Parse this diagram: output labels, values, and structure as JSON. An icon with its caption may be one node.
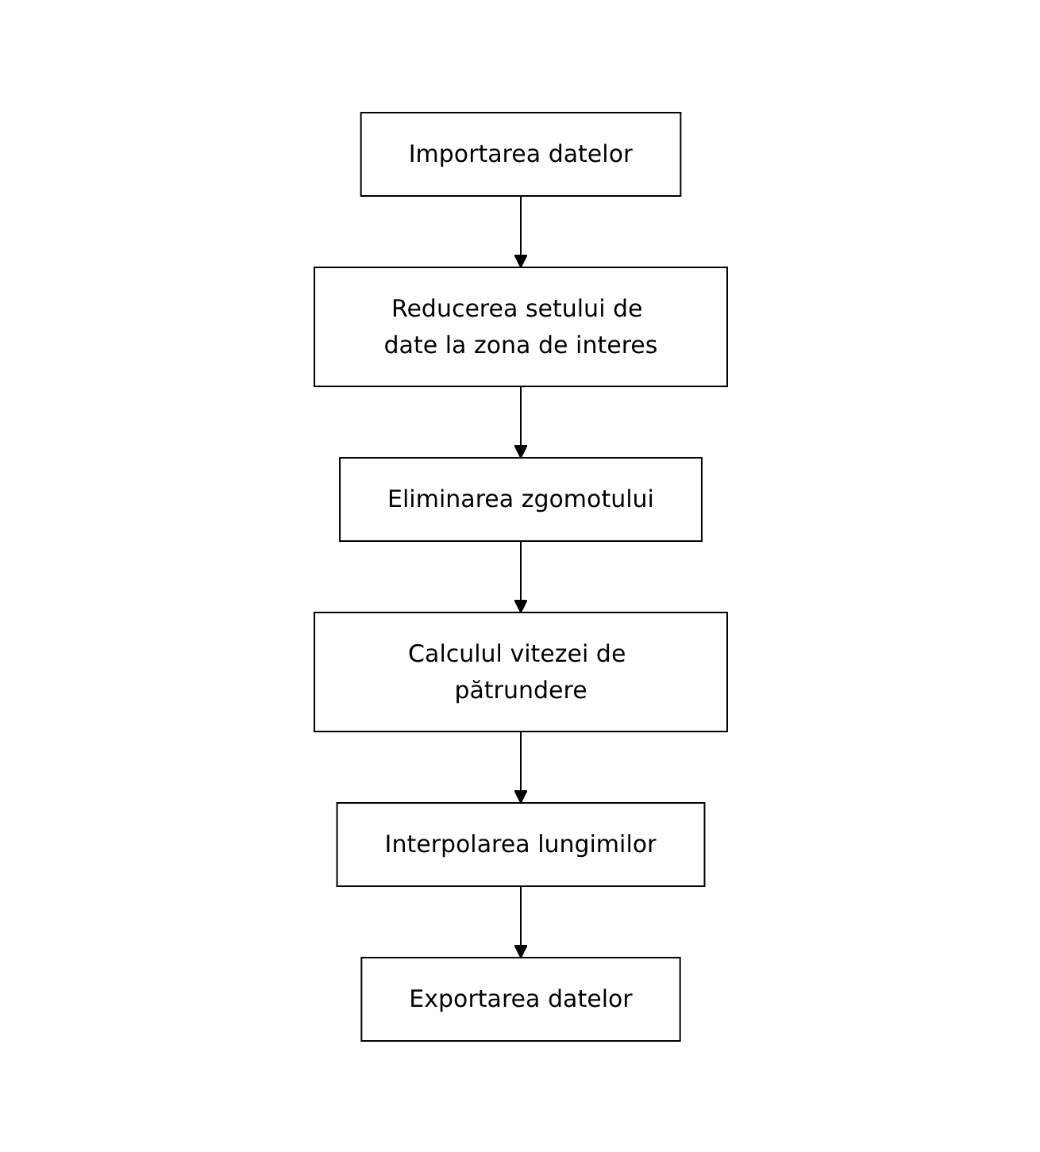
{
  "diagram": {
    "nodes": [
      {
        "text": [
          "Importarea datelor"
        ]
      },
      {
        "text": [
          "Reducerea setului de date la zona de interes"
        ]
      },
      {
        "text": [
          "Eliminarea zgomotului"
        ]
      },
      {
        "text": [
          "Calculul vitezei de pătrundere"
        ]
      },
      {
        "text": [
          "Interpolarea lungimilor"
        ]
      },
      {
        "text": [
          "Exportarea datelor"
        ]
      }
    ],
    "edges": [
      {
        "from": 0,
        "to": 1,
        "arrow": "to"
      },
      {
        "from": 1,
        "to": 2,
        "arrow": "to"
      },
      {
        "from": 2,
        "to": 3,
        "arrow": "to"
      },
      {
        "from": 3,
        "to": 4,
        "arrow": "to"
      },
      {
        "from": 4,
        "to": 5,
        "arrow": "to"
      }
    ]
  }
}
